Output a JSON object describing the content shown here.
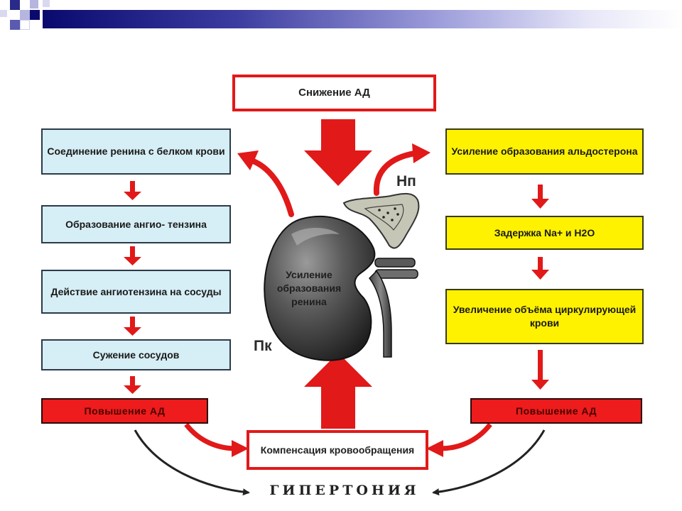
{
  "colors": {
    "arrow_red": "#e11919",
    "box_blue": "#d6eef5",
    "box_yellow": "#fff200",
    "box_red": "#ee1c1c",
    "dark": "#222222"
  },
  "diagram": {
    "top_box": "Снижение АД",
    "left_chain": [
      "Соединение ренина с белком крови",
      "Образование ангио- тензина",
      "Действие ангиотензина на сосуды",
      "Сужение сосудов"
    ],
    "left_result": "Повышение АД",
    "right_chain": [
      "Усиление образования альдостерона",
      "Задержка Na+ и H2O",
      "Увеличение объёма циркулирующей крови"
    ],
    "right_result": "Повышение АД",
    "center_bottom_box": "Компенсация кровообращения",
    "bottom_title": "ГИПЕРТОНИЯ",
    "kidney_text": "Усиление образования ренина",
    "label_np": "Нп",
    "label_pk": "Пк"
  }
}
